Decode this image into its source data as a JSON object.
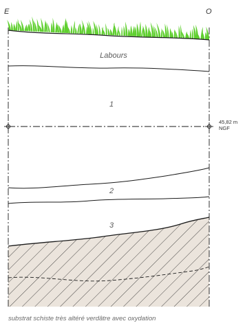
{
  "profile": {
    "side_left": "E",
    "side_right": "O",
    "layers": [
      {
        "label": "Labours"
      },
      {
        "label": "1"
      },
      {
        "label": "2"
      },
      {
        "label": "3"
      }
    ],
    "reference_level": {
      "value": "45,82 m",
      "unit": "NGF"
    },
    "substrate_caption": "substrat schiste très altéré verdâtre avec oxydation"
  },
  "colors": {
    "grass": "#5fcf2f",
    "substrate_fill": "#ebe4dc",
    "line": "#1a1a1a",
    "label": "#5a5a5a"
  }
}
